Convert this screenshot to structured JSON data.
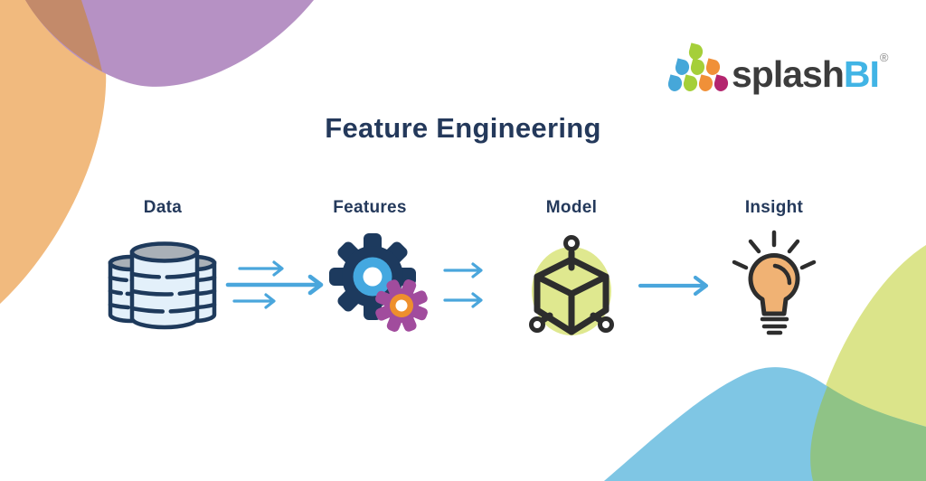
{
  "title": "Feature Engineering",
  "logo": {
    "brand_prefix": "splash",
    "brand_suffix": "BI",
    "registered_mark": "®",
    "icon": "splashbi-droplets-logo"
  },
  "steps": [
    {
      "label": "Data",
      "icon": "database-icon"
    },
    {
      "label": "Features",
      "icon": "gears-icon"
    },
    {
      "label": "Model",
      "icon": "ml-cube-icon"
    },
    {
      "label": "Insight",
      "icon": "lightbulb-icon"
    }
  ],
  "flow": {
    "connections": [
      {
        "from": "Data",
        "to": "Features",
        "arrows": 3
      },
      {
        "from": "Features",
        "to": "Model",
        "arrows": 2
      },
      {
        "from": "Model",
        "to": "Insight",
        "arrows": 1
      }
    ]
  },
  "colors": {
    "title_color": "#24395b",
    "arrow": "#4aa6dc",
    "blob_orange": "#f1ba7e",
    "blob_purple": "#b691c4",
    "blob_overlap_tl": "#c38a6a",
    "blob_green": "#dbe48a",
    "blob_blue": "#7fc6e4",
    "blob_overlap_br": "#8fc386",
    "logo_splash": "#3c3c3c",
    "logo_bi": "#41b4e5",
    "droplet_lime": "#a5cf39",
    "droplet_blue": "#46a7d9",
    "droplet_orange": "#f09038",
    "droplet_magenta": "#b4256e",
    "gear_navy": "#1d3a5e",
    "gear_blue": "#44a8e0",
    "gear_purple": "#a14c9d",
    "gear_orange": "#ee8f2d",
    "db_stroke": "#1e3a5c",
    "db_fill": "#e3f0fa",
    "db_top": "#a9b0b7",
    "cube_stroke": "#2d2d2d",
    "cube_fill": "#dfe88f",
    "bulb_fill": "#f0b274",
    "bulb_stroke": "#2d2d2d"
  }
}
